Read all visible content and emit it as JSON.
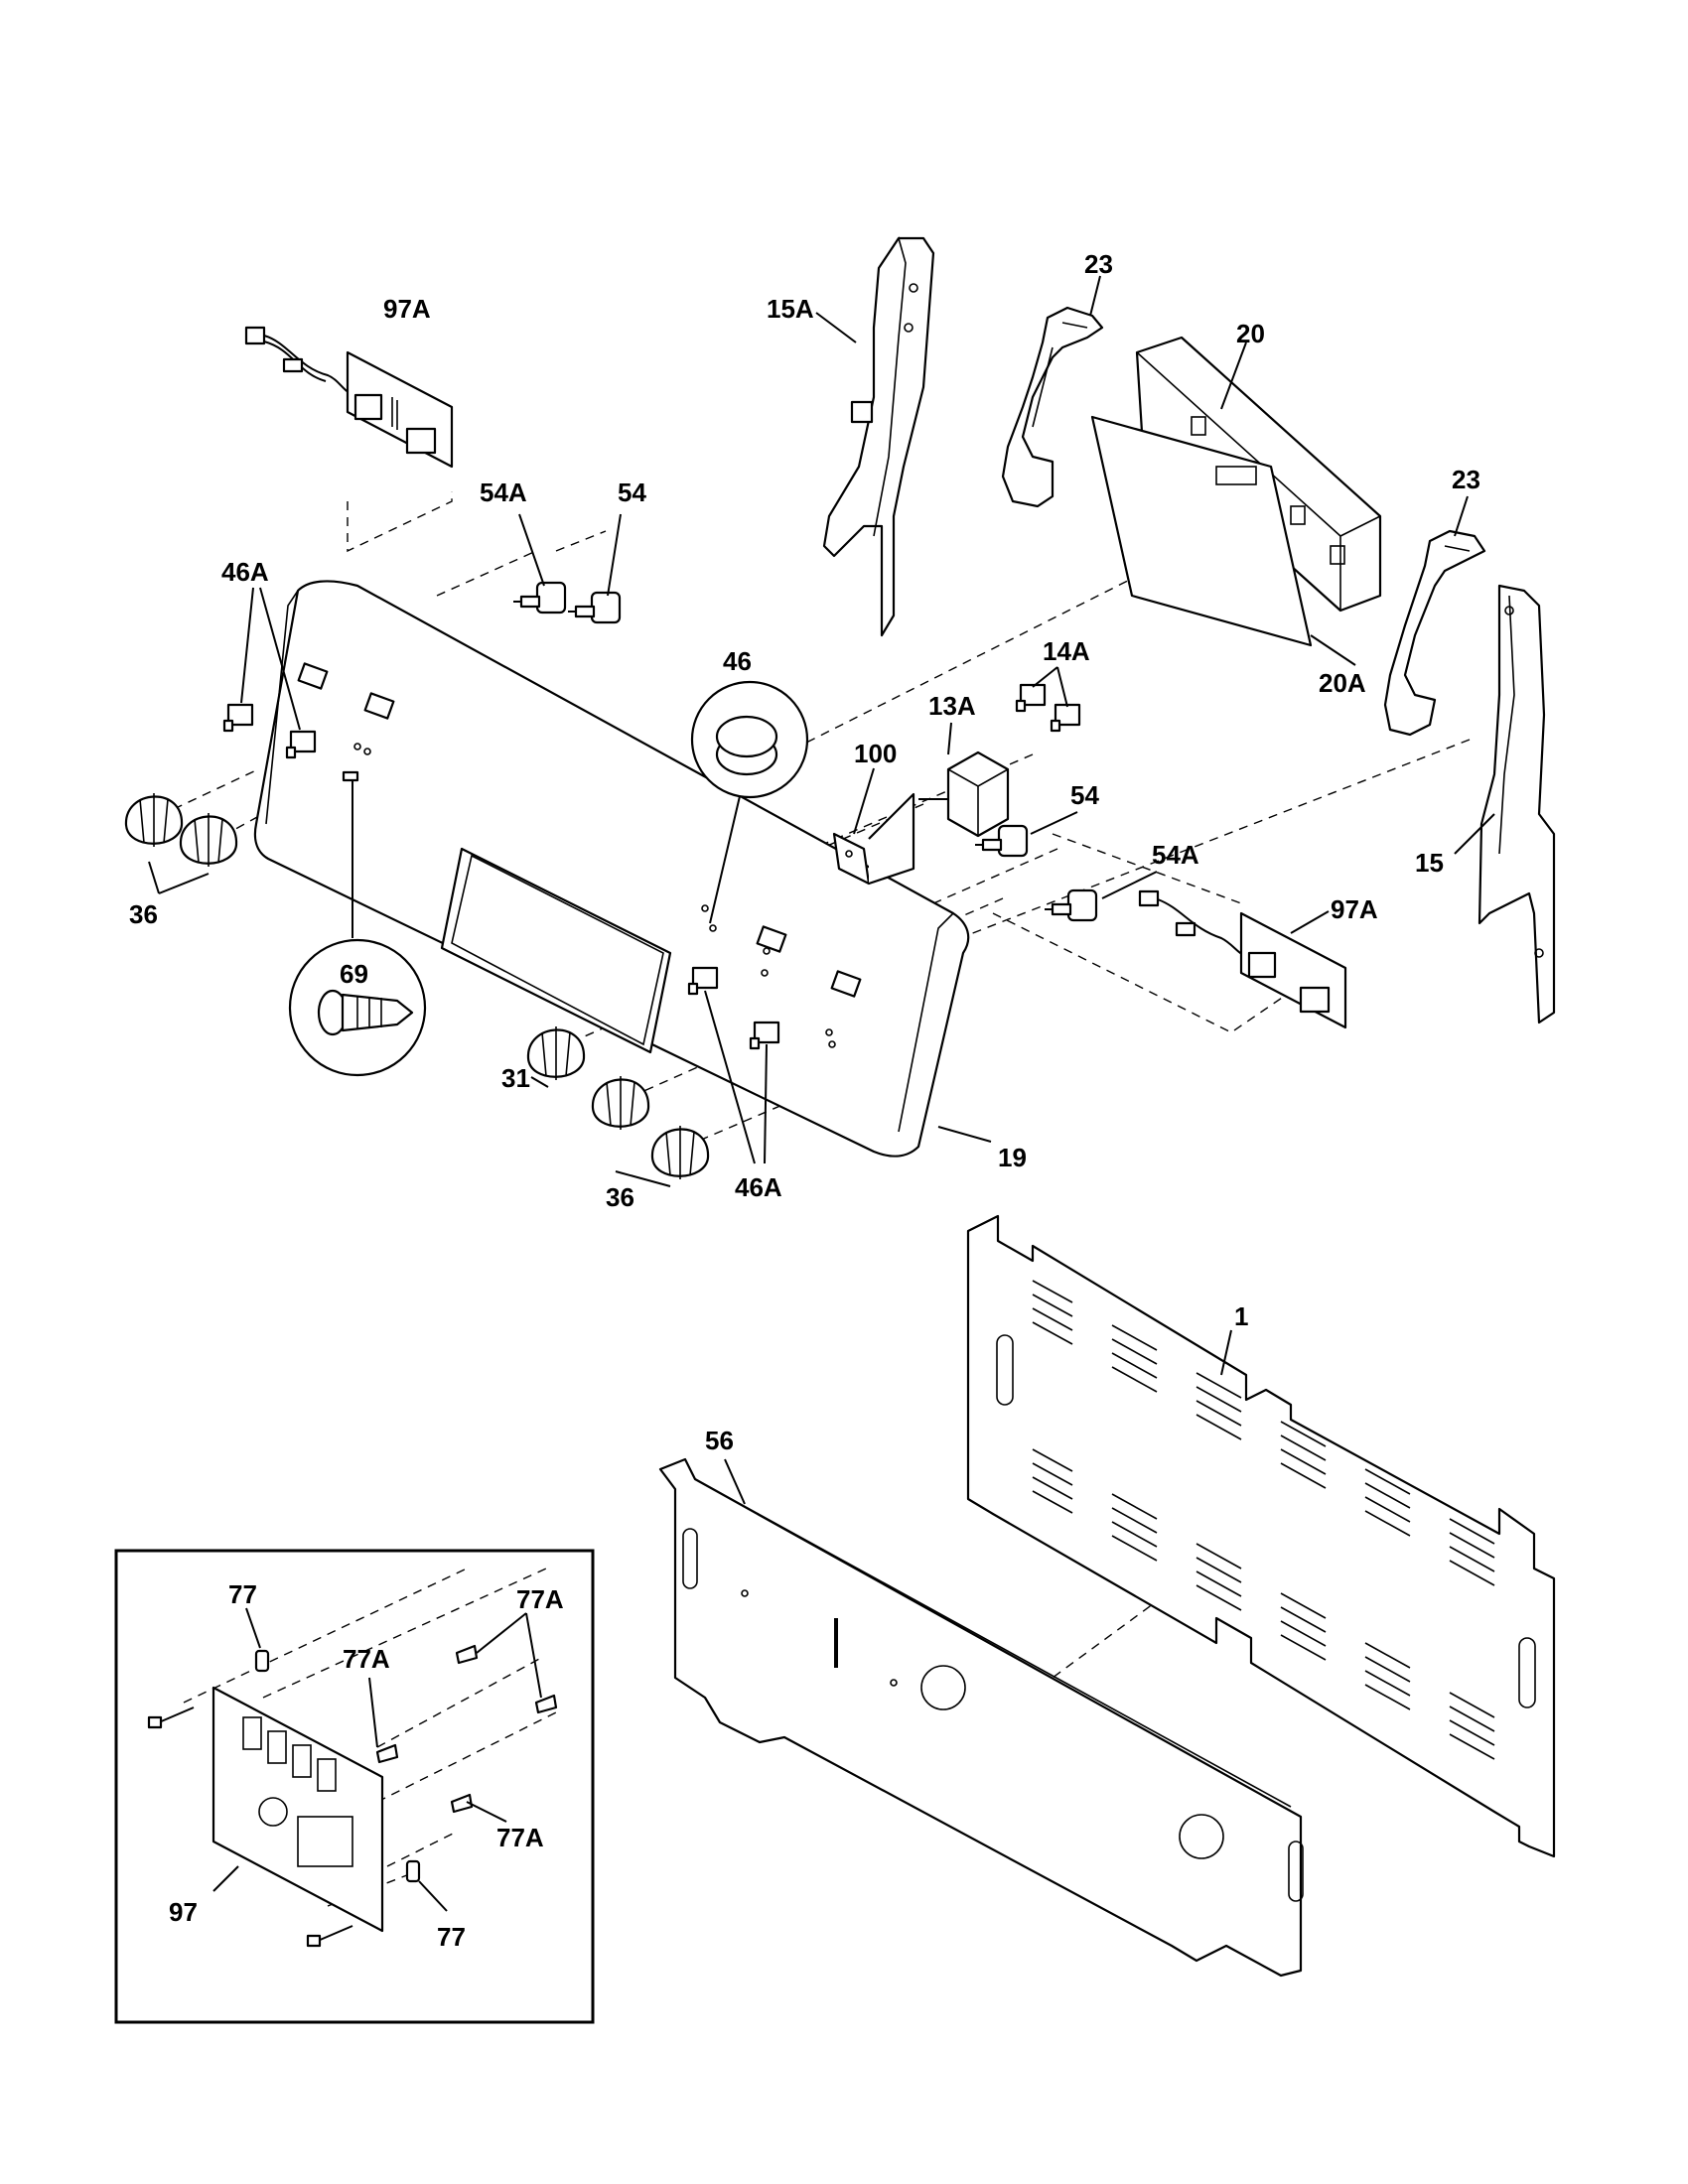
{
  "labels": {
    "p97A_top": "97A",
    "p15A": "15A",
    "p23_top": "23",
    "p20": "20",
    "p23_right": "23",
    "p54A_top": "54A",
    "p54_top": "54",
    "p46A_left": "46A",
    "p20A": "20A",
    "p14A": "14A",
    "p46": "46",
    "p13A": "13A",
    "p100": "100",
    "p54_mid": "54",
    "p54A_mid": "54A",
    "p97A_mid": "97A",
    "p15": "15",
    "p36_left": "36",
    "p69": "69",
    "p31": "31",
    "p19": "19",
    "p36_bottom": "36",
    "p46A_bottom": "46A",
    "p1": "1",
    "p56": "56",
    "p77_top": "77",
    "p77A_a": "77A",
    "p77A_b": "77A",
    "p77A_c": "77A",
    "p97": "97",
    "p77_bottom": "77"
  }
}
